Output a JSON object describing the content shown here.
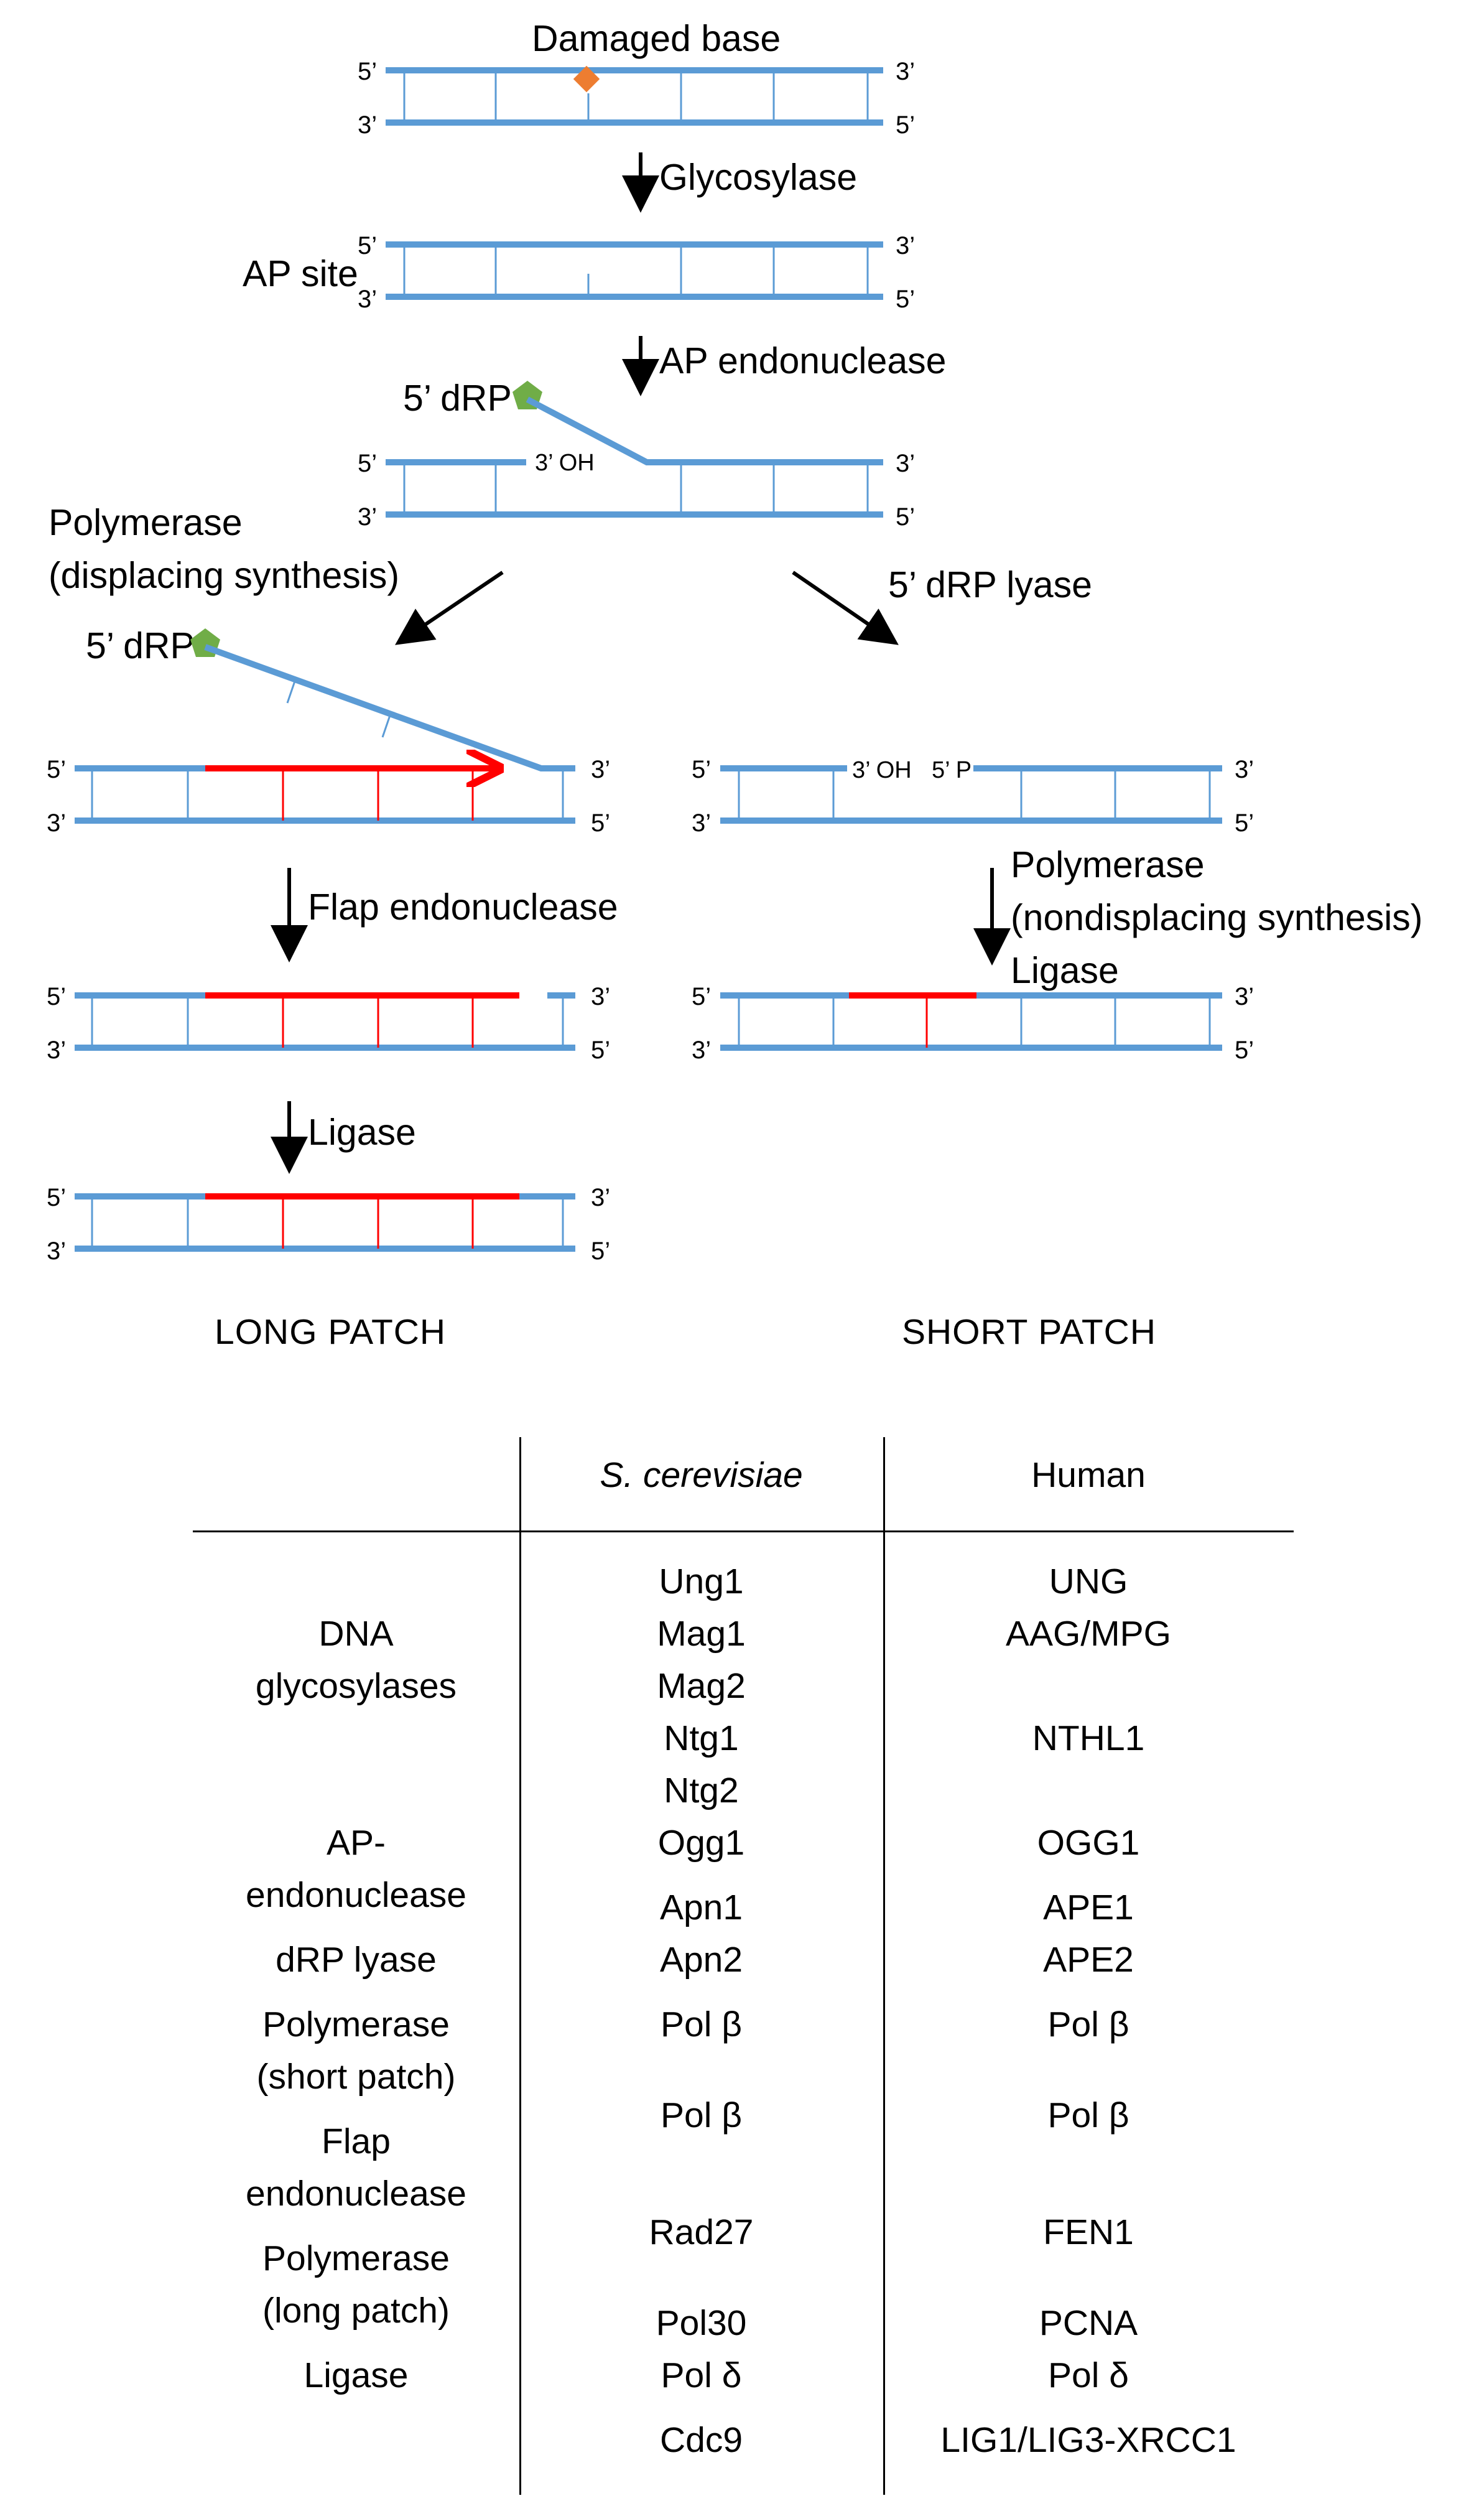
{
  "diagram": {
    "damaged_base": "Damaged base",
    "glycosylase": "Glycosylase",
    "ap_site": "AP site",
    "ap_endonuclease": "AP endonuclease",
    "five_drp": "5’ dRP",
    "three_oh": "3’ OH",
    "five_p": "5’ P",
    "polymerase_displacing_1": "Polymerase",
    "polymerase_displacing_2": "(displacing synthesis)",
    "drp_lyase": "5’ dRP lyase",
    "flap_endonuclease": "Flap endonuclease",
    "polymerase_nondisp_1": "Polymerase",
    "polymerase_nondisp_2": "(nondisplacing synthesis)",
    "ligase": "Ligase",
    "long_patch": "LONG PATCH",
    "short_patch": "SHORT PATCH",
    "end_5": "5’",
    "end_3": "3’",
    "colors": {
      "dna": "#5b9bd5",
      "new_dna": "#ff0000",
      "damaged_base": "#ed7d31",
      "drp": "#70ad47"
    }
  },
  "table": {
    "headers": {
      "function": "",
      "yeast": "S. cerevisiae",
      "human": "Human"
    },
    "rows": [
      {
        "function": "DNA glycosylases",
        "yeast": [
          "Ung1",
          "Mag1",
          "Mag2",
          "Ntg1",
          "Ntg2",
          "Ogg1"
        ],
        "human": [
          "UNG",
          "AAG/MPG",
          "",
          "NTHL1",
          "",
          "OGG1"
        ]
      },
      {
        "function": "AP- endonuclease",
        "yeast": [
          "Apn1",
          "Apn2"
        ],
        "human": [
          "APE1",
          "APE2"
        ]
      },
      {
        "function": "dRP lyase",
        "yeast": [
          "Pol β"
        ],
        "human": [
          "Pol β"
        ]
      },
      {
        "function": "Polymerase (short patch)",
        "yeast": [
          "Pol β"
        ],
        "human": [
          "Pol β"
        ]
      },
      {
        "function": "Flap endonuclease",
        "yeast": [
          "Rad27"
        ],
        "human": [
          "FEN1"
        ]
      },
      {
        "function": "Polymerase (long patch)",
        "yeast": [
          "Pol30",
          "Pol δ"
        ],
        "human": [
          "PCNA",
          "Pol δ"
        ]
      },
      {
        "function": "Ligase",
        "yeast": [
          "Cdc9"
        ],
        "human": [
          "LIG1/LIG3-XRCC1"
        ]
      }
    ],
    "function_lines": [
      [
        "DNA",
        "glycosylases"
      ],
      [
        "AP-",
        "endonuclease"
      ],
      [
        "dRP lyase"
      ],
      [
        "Polymerase",
        "(short patch)"
      ],
      [
        "Flap",
        "endonuclease"
      ],
      [
        "Polymerase",
        "(long patch)"
      ],
      [
        "Ligase"
      ]
    ]
  }
}
